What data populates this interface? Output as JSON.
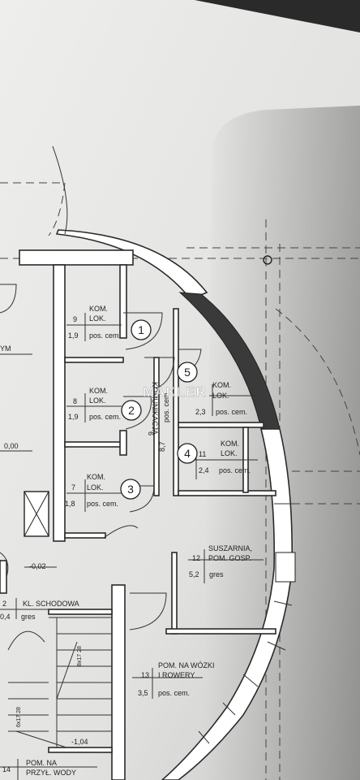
{
  "watermark": "MAKLER",
  "markers": [
    "1",
    "2",
    "3",
    "4",
    "5"
  ],
  "rooms": {
    "r9": {
      "number": "9",
      "name1": "KOM.",
      "name2": "LOK.",
      "area": "1,9",
      "floor": "pos. cem."
    },
    "r8": {
      "number": "8",
      "name1": "KOM.",
      "name2": "LOK.",
      "area": "1,9",
      "floor": "pos. cem."
    },
    "r7": {
      "number": "7",
      "name1": "KOM.",
      "name2": "LOK.",
      "area": "1,8",
      "floor": "pos. cem."
    },
    "r6": {
      "number": "6",
      "name": "KOMUNIKACJA",
      "area": "8,7",
      "floor": "pos. cem."
    },
    "r10": {
      "name1": "KOM.",
      "name2": "LOK.",
      "area": "2,3",
      "floor": "pos. cem."
    },
    "r11": {
      "number": "11",
      "name1": "KOM.",
      "name2": "LOK.",
      "area": "2,4",
      "floor": "pos. cem."
    },
    "r12": {
      "number": "12",
      "name1": "SUSZARNIA,",
      "name2": "POM. GOSP.",
      "area": "5,2",
      "floor": "gres"
    },
    "r13": {
      "number": "13",
      "name1": "POM. NA WÓZKI",
      "name2": "I ROWERY",
      "area": "3,5",
      "floor": "pos. cem."
    },
    "r2": {
      "number": "2",
      "name": "KL. SCHODOWA",
      "area": "0,4",
      "floor": "gres"
    },
    "r14": {
      "number": "14",
      "name1": "POM. NA",
      "name2": "PRZYŁ. WODY"
    }
  },
  "edge_labels": {
    "ym": "YM",
    "level_000": "0,00",
    "level_002": "-0,02",
    "level_104": "-1,04",
    "stair_dim_1": "8x17 28",
    "stair_dim_2": "6x17 28"
  }
}
